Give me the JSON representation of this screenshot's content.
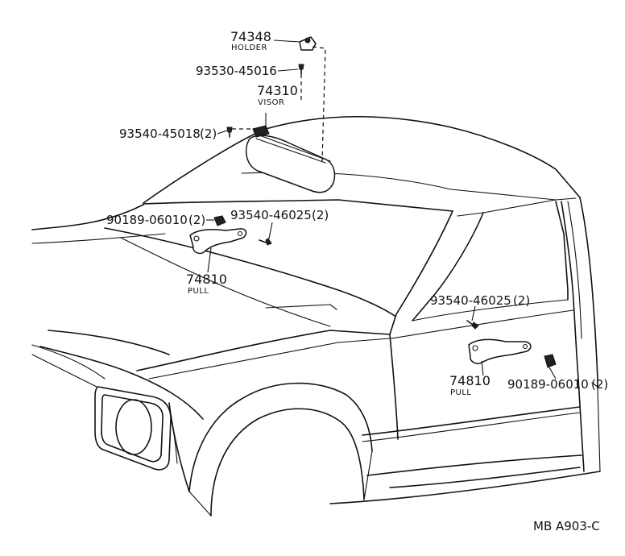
{
  "callouts": {
    "holder": {
      "part_no": "74348",
      "name": "HOLDER"
    },
    "screw_holder": {
      "part_no": "93530-45016"
    },
    "visor": {
      "part_no": "74310",
      "name": "VISOR"
    },
    "screw_visor": {
      "part_no": "93540-45018",
      "qty": "(2)"
    },
    "cap_left": {
      "part_no": "90189-06010",
      "qty": "(2)"
    },
    "screw_pull_left": {
      "part_no": "93540-46025",
      "qty": "(2)"
    },
    "pull_left": {
      "part_no": "74810",
      "name": "PULL"
    },
    "screw_pull_right": {
      "part_no": "93540-46025",
      "qty": "(2)"
    },
    "pull_right": {
      "part_no": "74810",
      "name": "PULL"
    },
    "cap_right": {
      "part_no": "90189-06010",
      "qty": "(2)"
    }
  },
  "figure_code": "MB A903-C",
  "icons": {
    "holder": "visor-holder-icon",
    "visor": "sun-visor-icon",
    "screw": "screw-icon",
    "cap": "hole-cap-icon",
    "pull": "assist-grip-icon"
  }
}
